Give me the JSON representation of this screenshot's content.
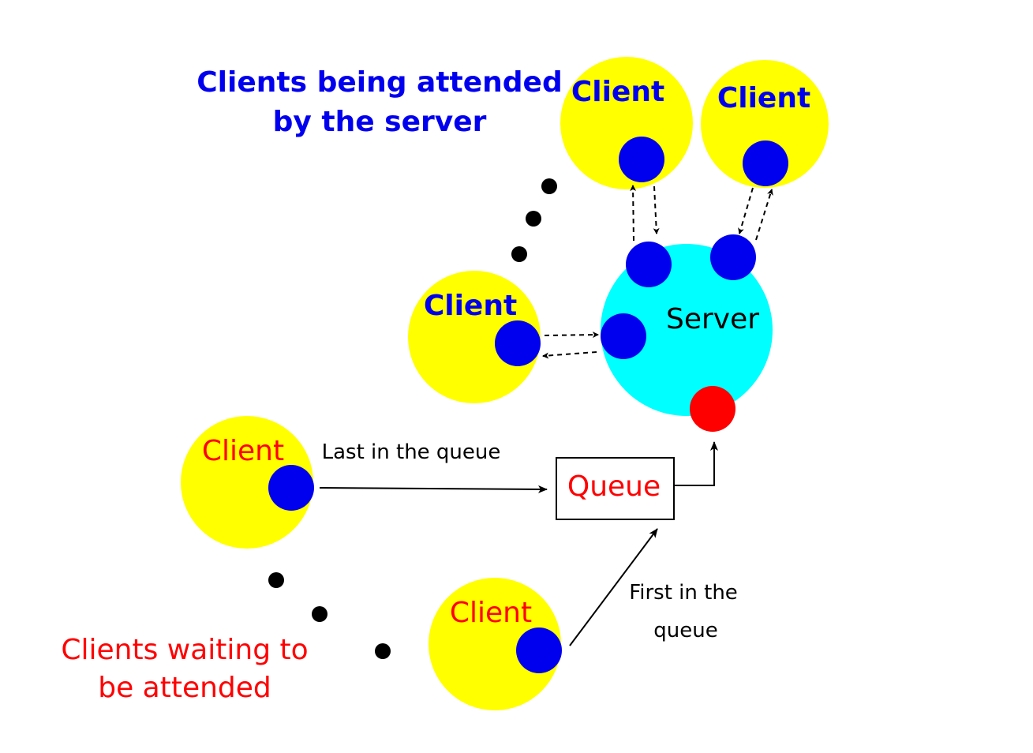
{
  "diagram": {
    "attended_caption": [
      "Clients being attended",
      "by the server"
    ],
    "waiting_caption": [
      "Clients waiting to",
      "be attended"
    ],
    "server_label": "Server",
    "queue_label": "Queue",
    "last_in_queue_label": "Last in the queue",
    "first_in_queue_label": [
      "First in the",
      "queue"
    ],
    "client_label": "Client",
    "colors": {
      "client_fill": "#ffff00",
      "server_fill": "#00ffff",
      "socket_fill": "#0000ee",
      "listen_socket_fill": "#ff0000",
      "attended_text": "#0000ee",
      "waiting_text": "#ff0000",
      "dots": "#000000"
    }
  }
}
